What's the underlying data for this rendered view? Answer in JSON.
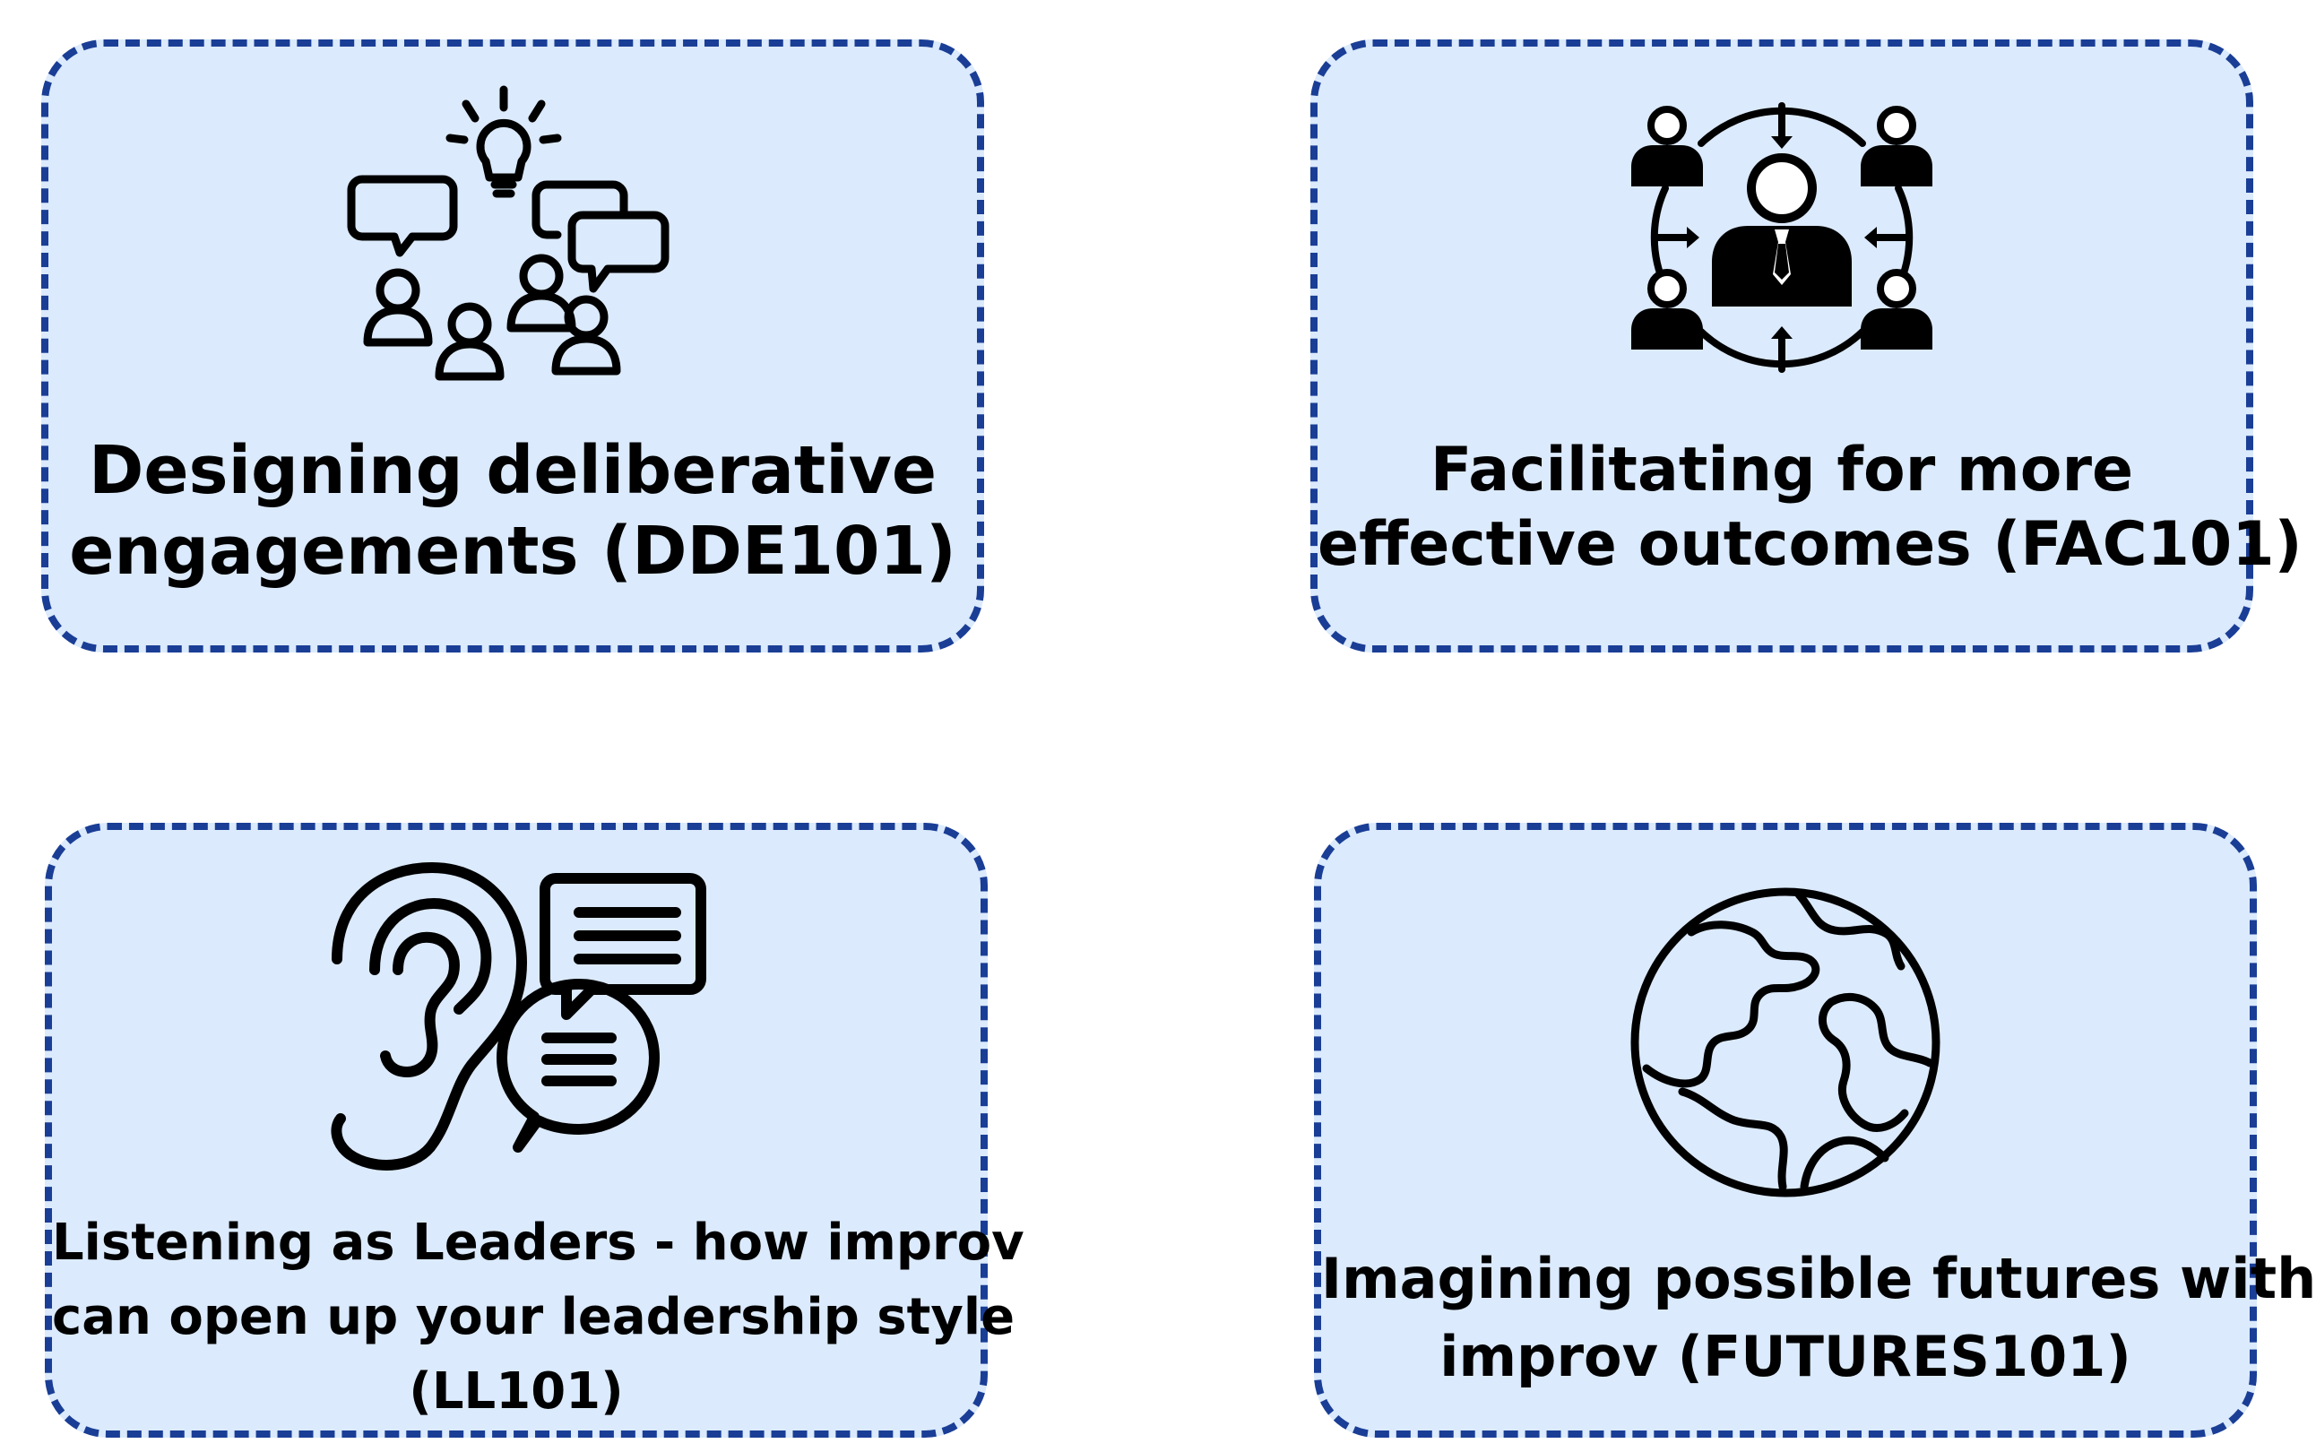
{
  "colors": {
    "card_fill": "#dbeafc",
    "card_border": "#1a3e96",
    "text": "#000000"
  },
  "cards": [
    {
      "icon": "people-dialogue-lightbulb-icon",
      "lines": [
        "Designing deliberative",
        "engagements (DDE101)"
      ]
    },
    {
      "icon": "facilitator-group-icon",
      "lines": [
        "Facilitating for more",
        "effective outcomes (FAC101)"
      ]
    },
    {
      "icon": "ear-speech-bubbles-icon",
      "lines": [
        "Listening as Leaders - how improv",
        "can open up your leadership style",
        "(LL101)"
      ]
    },
    {
      "icon": "globe-icon",
      "lines": [
        "Imagining possible futures with",
        "improv (FUTURES101)"
      ]
    }
  ]
}
